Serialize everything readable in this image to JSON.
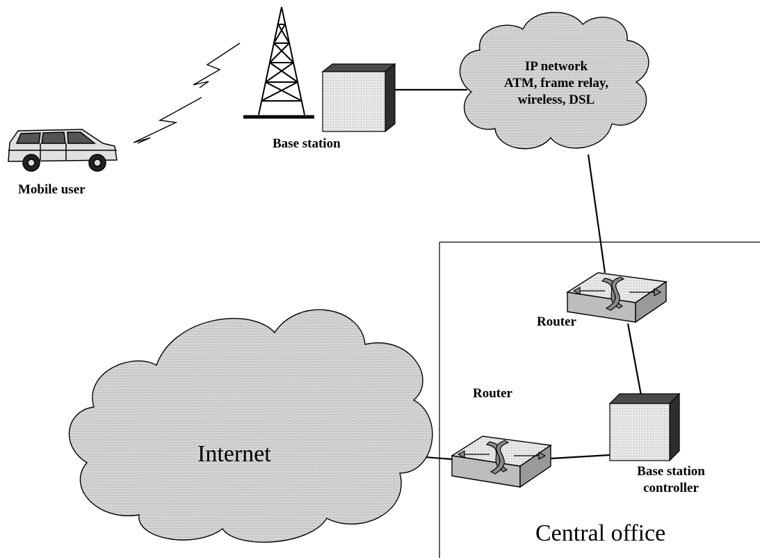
{
  "labels": {
    "mobile_user": "Mobile user",
    "base_station": "Base station",
    "ip_network_line1": "IP network",
    "ip_network_line2": "ATM, frame relay,",
    "ip_network_line3": "wireless, DSL",
    "router_upper": "Router",
    "router_lower": "Router",
    "bsc_line1": "Base station",
    "bsc_line2": "controller",
    "internet": "Internet",
    "central_office": "Central office"
  },
  "colors": {
    "cloud_fill": "#d3d3d3",
    "box_front": "#e6e6e6",
    "box_side": "#3a3a3a",
    "box_top": "#5a5a5a",
    "line": "#000000"
  }
}
